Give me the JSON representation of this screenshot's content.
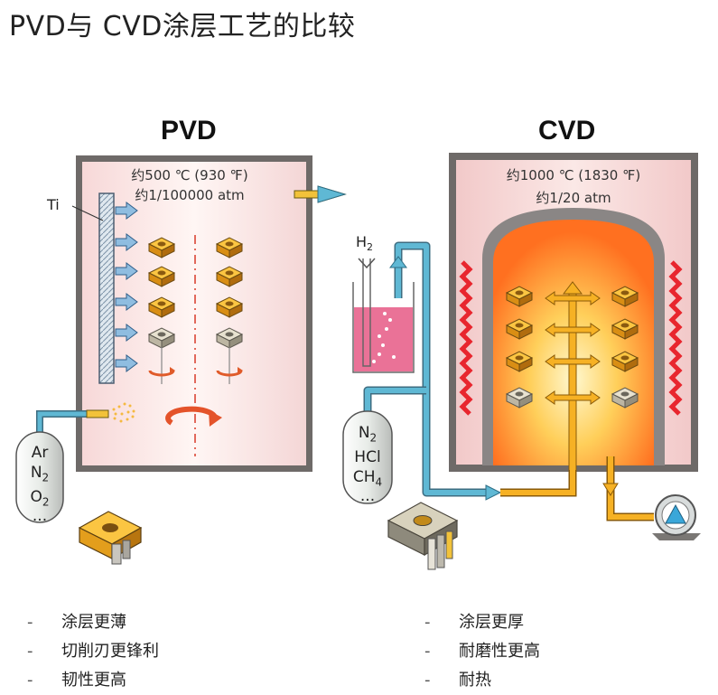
{
  "title": "PVD与 CVD涂层工艺的比较",
  "pvd": {
    "heading": "PVD",
    "temperature": "约500 ℃ (930 ℉)",
    "pressure": "约1/100000 atm",
    "target_label": "Ti",
    "gas_tank": {
      "line1": "Ar",
      "line2": "N2",
      "line3": "O2",
      "ellipsis": "..."
    },
    "features": [
      "涂层更薄",
      "切削刃更锋利",
      "韧性更高"
    ]
  },
  "cvd": {
    "heading": "CVD",
    "temperature": "约1000 ℃ (1830 ℉)",
    "pressure": "约1/20 atm",
    "h2_label": "H2",
    "gas_tank": {
      "line1": "N2",
      "line2": "HCl",
      "line3": "CH4",
      "ellipsis": "..."
    },
    "features": [
      "涂层更厚",
      "耐磨性更高",
      "耐热"
    ]
  },
  "colors": {
    "chamber_border": "#6e6a68",
    "pvd_inner": "#fbe6e6",
    "cvd_inner": "#f6d0d0",
    "furnace_core": "#ff7a22",
    "heater": "#e8262e",
    "pipe": "#5fb8d4",
    "arrow_gold": "#f6a516",
    "liquid": "#e86a8e",
    "pump": "#3aa7d9"
  },
  "bullet_dash": "-"
}
